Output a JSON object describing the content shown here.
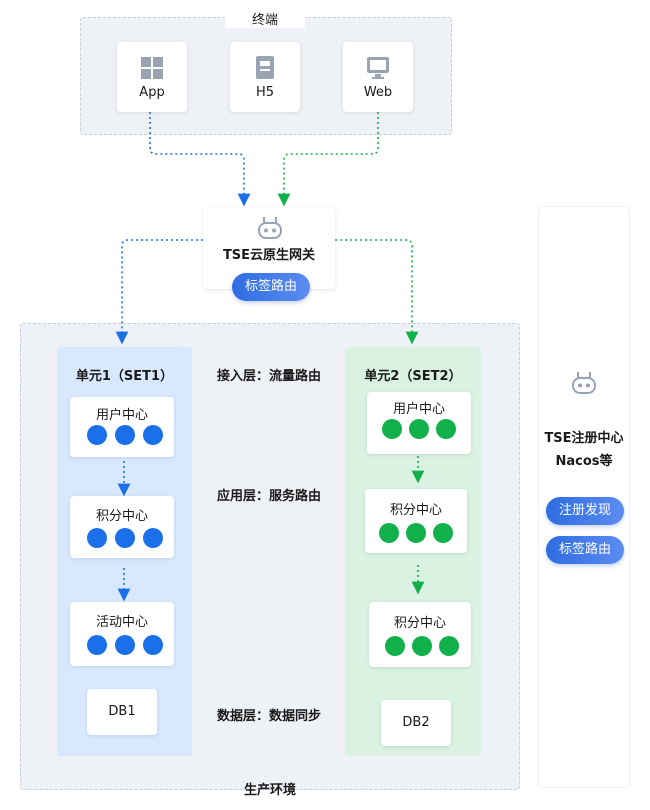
{
  "terminal": {
    "title": "终端",
    "clients": [
      {
        "label": "App",
        "icon": "grid-icon"
      },
      {
        "label": "H5",
        "icon": "document-icon"
      },
      {
        "label": "Web",
        "icon": "monitor-icon"
      }
    ]
  },
  "gateway": {
    "title": "TSE云原生网关",
    "tag": "标签路由",
    "icon": "router-icon"
  },
  "production": {
    "title": "生产环境"
  },
  "layers": {
    "access": "接入层：流量路由",
    "app": "应用层：服务路由",
    "data": "数据层：数据同步"
  },
  "set1": {
    "title": "单元1（SET1）",
    "services": [
      "用户中心",
      "积分中心",
      "活动中心"
    ],
    "db": "DB1"
  },
  "set2": {
    "title": "单元2（SET2）",
    "services": [
      "用户中心",
      "积分中心",
      "积分中心"
    ],
    "db": "DB2"
  },
  "registry": {
    "icon": "router-icon",
    "title": "TSE注册中心",
    "subtitle": "Nacos等",
    "buttons": [
      "注册发现",
      "标签路由"
    ]
  },
  "colors": {
    "blue": "#1b6fe8",
    "green": "#12b04b",
    "set1_bg": "#d8e8ff",
    "set2_bg": "#d9f2e2"
  }
}
